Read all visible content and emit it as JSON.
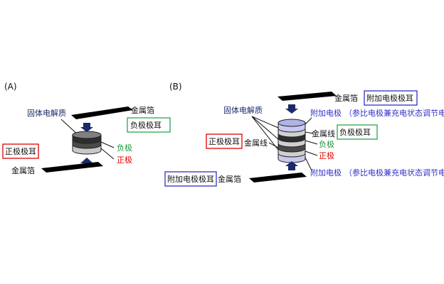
{
  "panel_a": {
    "label": "(A)",
    "solid_electrolyte": "固体电解质",
    "foil_top": "金属箔",
    "foil_bottom": "金属箔",
    "neg_tab": "负极极耳",
    "pos_tab": "正极极耳",
    "negative": "负极",
    "positive": "正极"
  },
  "panel_b": {
    "label": "(B)",
    "solid_electrolyte": "固体电解质",
    "foil_top": "金属箔",
    "foil_bottom": "金属箔",
    "extra_tab_top": "附加电极极耳",
    "extra_tab_bottom": "附加电极极耳",
    "extra_electrode_top": "附加电极",
    "extra_electrode_top_note": "（参比电极兼充电状态调节电极）",
    "extra_electrode_bottom": "附加电极",
    "extra_electrode_bottom_note": "（参比电极兼充电状态调节电极）",
    "wire_right": "金属线",
    "wire_left": "金属线",
    "neg_tab": "负极极耳",
    "pos_tab": "正极极耳",
    "negative": "负极",
    "positive": "正极"
  },
  "colors": {
    "negative": "#1a9a3a",
    "positive": "#e00000",
    "additional": "#3030c8",
    "electrolyte": "#1a2a6a",
    "neg_box": "#2aa84a",
    "pos_box": "#e00000",
    "extra_box": "#3030c8",
    "arrow": "#1a2a6a"
  }
}
